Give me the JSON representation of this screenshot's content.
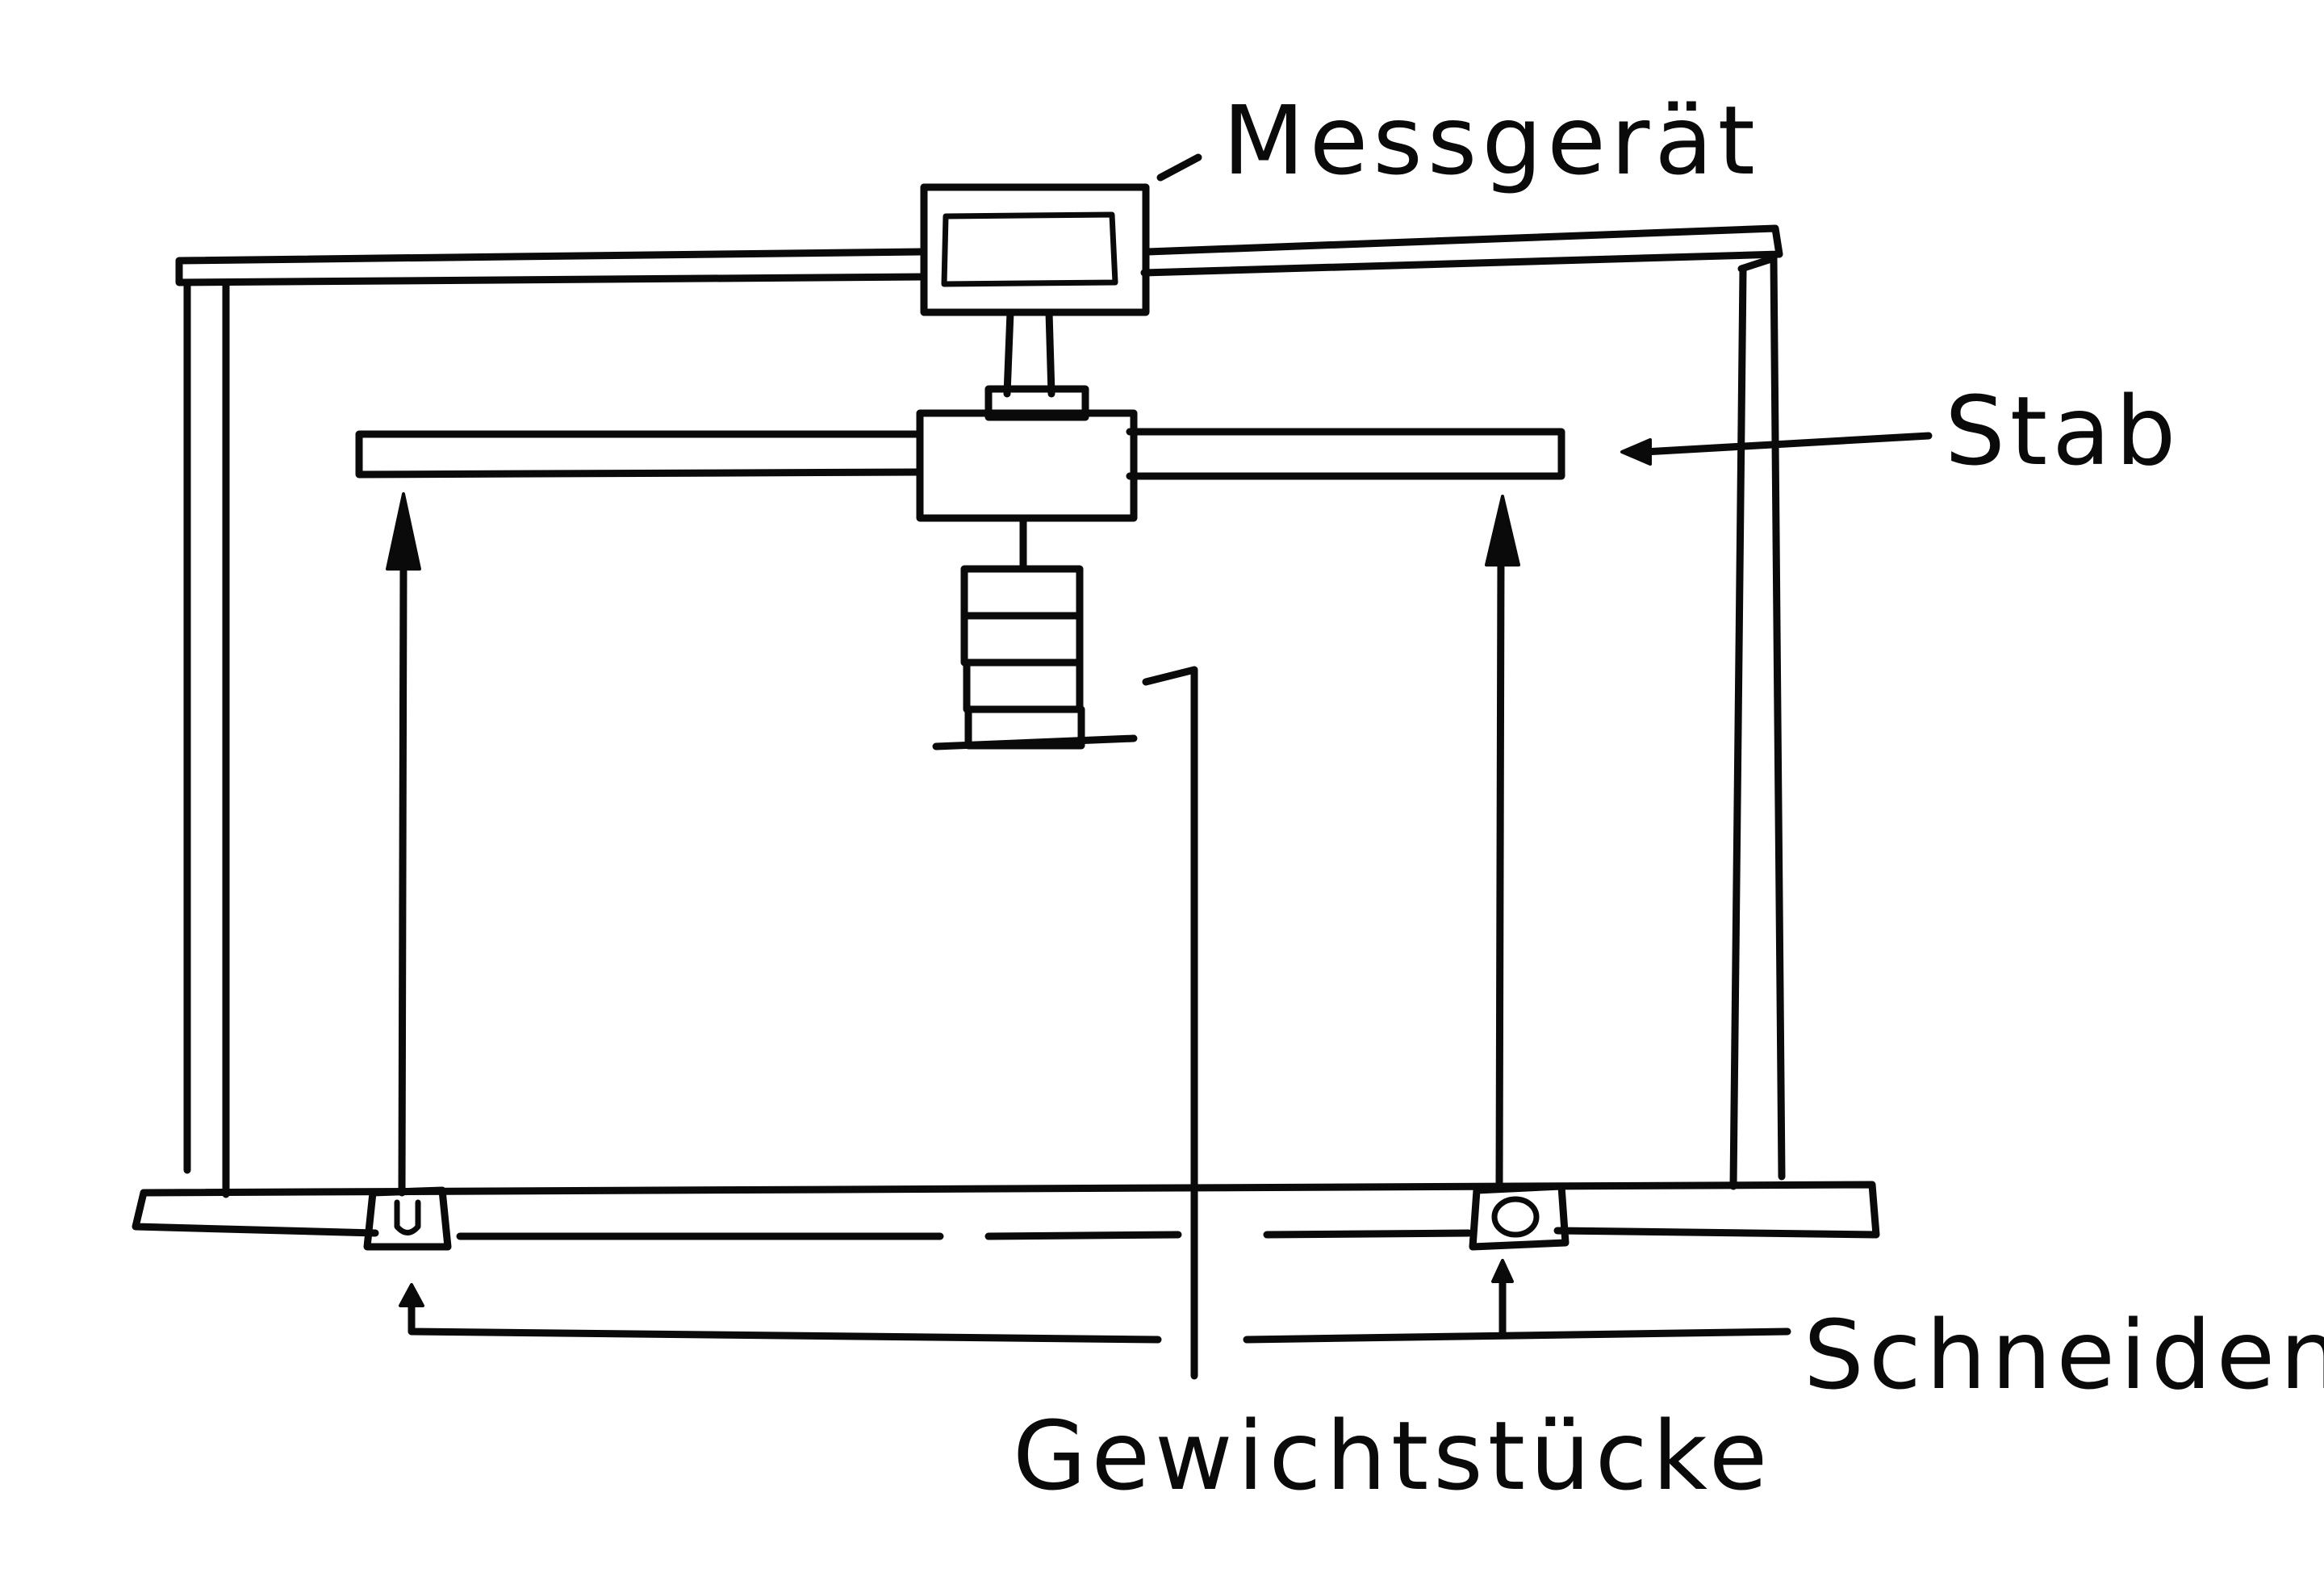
{
  "labels": {
    "messgeraet": "Messgerät",
    "stab": "Stab",
    "gewichtstuecke": "Gewichtstücke",
    "schneiden": "Schneiden"
  }
}
